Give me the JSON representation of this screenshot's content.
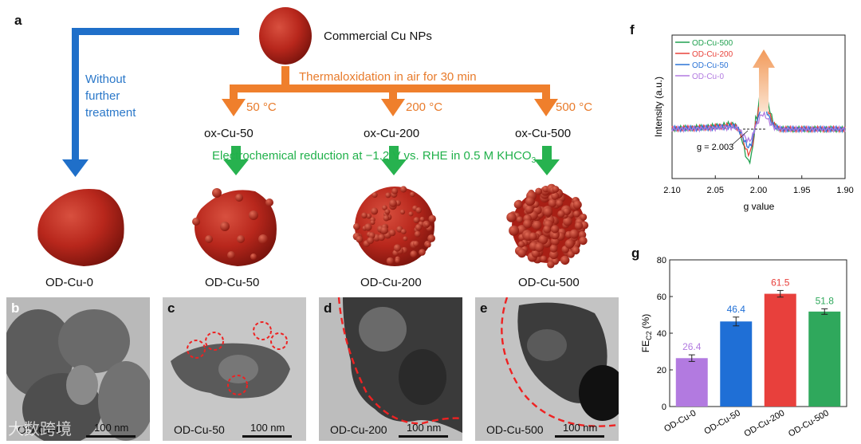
{
  "panels": {
    "a": "a",
    "b": "b",
    "c": "c",
    "d": "d",
    "e": "e",
    "f": "f",
    "g": "g"
  },
  "scheme": {
    "source": "Commercial Cu NPs",
    "left_note": [
      "Without",
      "further",
      "treatment"
    ],
    "thermal": "Thermaloxidation in air for 30 min",
    "temps": [
      "50 °C",
      "200 °C",
      "500 °C"
    ],
    "ox_labels": [
      "ox-Cu-50",
      "ox-Cu-200",
      "ox-Cu-500"
    ],
    "reduction": "Electrochemical reduction at −1.2 V vs. RHE in 0.5 M KHCO",
    "reduction_sub": "3",
    "od_labels": [
      "OD-Cu-0",
      "OD-Cu-50",
      "OD-Cu-200",
      "OD-Cu-500"
    ]
  },
  "tem": [
    {
      "caption": "OD-Cu-0",
      "scale": "100 nm"
    },
    {
      "caption": "OD-Cu-50",
      "scale": "100 nm"
    },
    {
      "caption": "OD-Cu-200",
      "scale": "100 nm"
    },
    {
      "caption": "OD-Cu-500",
      "scale": "100 nm"
    }
  ],
  "watermark": "大数跨境",
  "colors": {
    "orange": "#e87b2b",
    "blue": "#2b78c9",
    "green": "#21b14b",
    "cu": "#b8271c"
  },
  "chart_data": [
    {
      "type": "line",
      "ylabel": "Intensity (a.u.)",
      "xlabel": "g value",
      "xlim": [
        2.1,
        1.9
      ],
      "x_ticks": [
        "2.10",
        "2.05",
        "2.00",
        "1.95",
        "1.90"
      ],
      "annotation": "g = 2.003",
      "series": [
        {
          "name": "OD-Cu-500",
          "color": "#21a150"
        },
        {
          "name": "OD-Cu-200",
          "color": "#e8423a"
        },
        {
          "name": "OD-Cu-50",
          "color": "#2b73d6"
        },
        {
          "name": "OD-Cu-0",
          "color": "#b27ae0"
        }
      ]
    },
    {
      "type": "bar",
      "ylabel": "FE",
      "ylabel_sub": "C2",
      "ylabel_unit": "(%)",
      "ylim": [
        0,
        80
      ],
      "y_ticks": [
        "0",
        "20",
        "40",
        "60",
        "80"
      ],
      "categories": [
        "OD-Cu-0",
        "OD-Cu-50",
        "OD-Cu-200",
        "OD-Cu-500"
      ],
      "values": [
        26.4,
        46.4,
        61.5,
        51.8
      ],
      "value_labels": [
        "26.4",
        "46.4",
        "61.5",
        "51.8"
      ],
      "errors": [
        1.8,
        2.4,
        1.8,
        1.5
      ],
      "colors": [
        "#b27ae0",
        "#1f6fd6",
        "#e8403c",
        "#2fa85c"
      ]
    }
  ]
}
